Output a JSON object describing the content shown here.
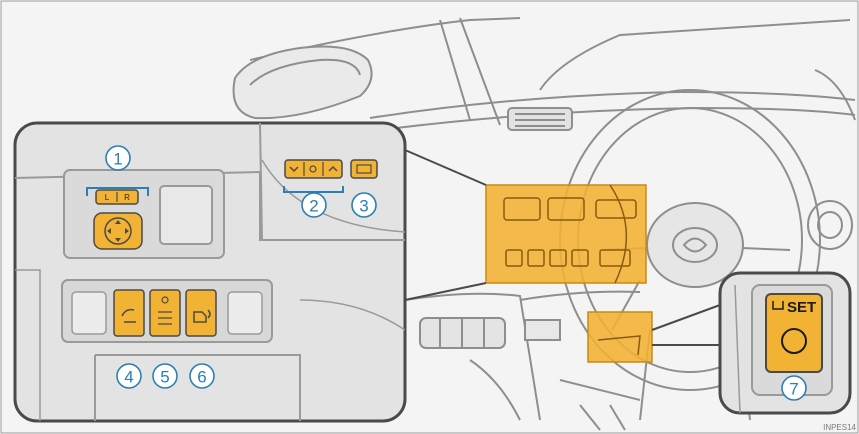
{
  "figure": {
    "code": "INPES14",
    "set_label": "SET",
    "colors": {
      "panel_bg": "#e3e3e3",
      "panel_border": "#4a4a4a",
      "highlight": "#f2b233",
      "highlight_dark": "#c98a12",
      "callout": "#2a7fb3",
      "line_art": "#8e8e8e"
    }
  },
  "callouts": [
    {
      "number": "1",
      "target": "outside-rear-view-mirror-switches",
      "icon": "mirror-switch-icon"
    },
    {
      "number": "2",
      "target": "instrument-panel-light-control-switches",
      "icon": "panel-light-switch-icon"
    },
    {
      "number": "3",
      "target": "odometer-trip-meter-display-switch",
      "icon": "display-switch-icon"
    },
    {
      "number": "4",
      "target": "headlight-cleaner-switch",
      "icon": "headlight-cleaner-icon"
    },
    {
      "number": "5",
      "target": "blind-spot-monitor-main-switch",
      "icon": "bsm-icon"
    },
    {
      "number": "6",
      "target": "parking-assist-sensor-switch",
      "icon": "parking-sensor-icon"
    },
    {
      "number": "7",
      "target": "power-back-door-set-switch",
      "icon": "back-door-icon"
    }
  ]
}
